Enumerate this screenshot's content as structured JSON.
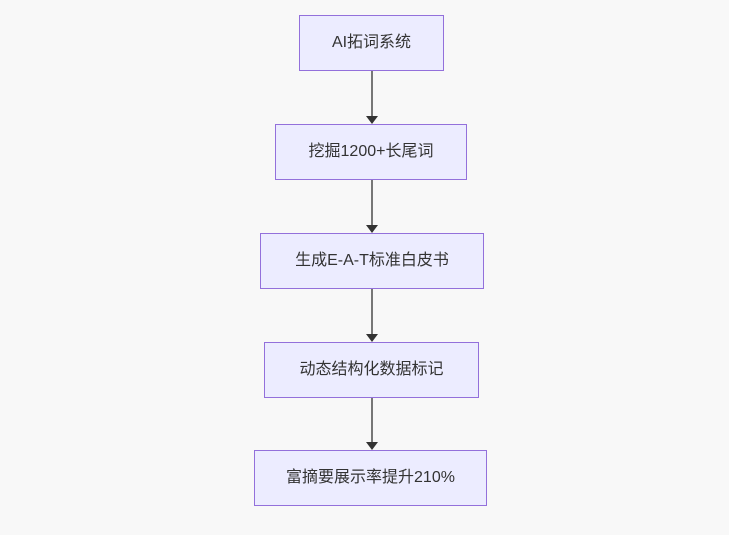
{
  "diagram": {
    "type": "flowchart",
    "direction": "top-down",
    "nodes": [
      {
        "id": "n1",
        "label": "AI拓词系统"
      },
      {
        "id": "n2",
        "label": "挖掘1200+长尾词"
      },
      {
        "id": "n3",
        "label": "生成E-A-T标准白皮书"
      },
      {
        "id": "n4",
        "label": "动态结构化数据标记"
      },
      {
        "id": "n5",
        "label": "富摘要展示率提升210%"
      }
    ],
    "edges": [
      {
        "from": "n1",
        "to": "n2"
      },
      {
        "from": "n2",
        "to": "n3"
      },
      {
        "from": "n3",
        "to": "n4"
      },
      {
        "from": "n4",
        "to": "n5"
      }
    ],
    "colors": {
      "node_fill": "#ECECFF",
      "node_border": "#9370DB",
      "text": "#333333",
      "edge_line": "#777777",
      "arrowhead": "#333333",
      "background": "#f8f8f8"
    }
  }
}
